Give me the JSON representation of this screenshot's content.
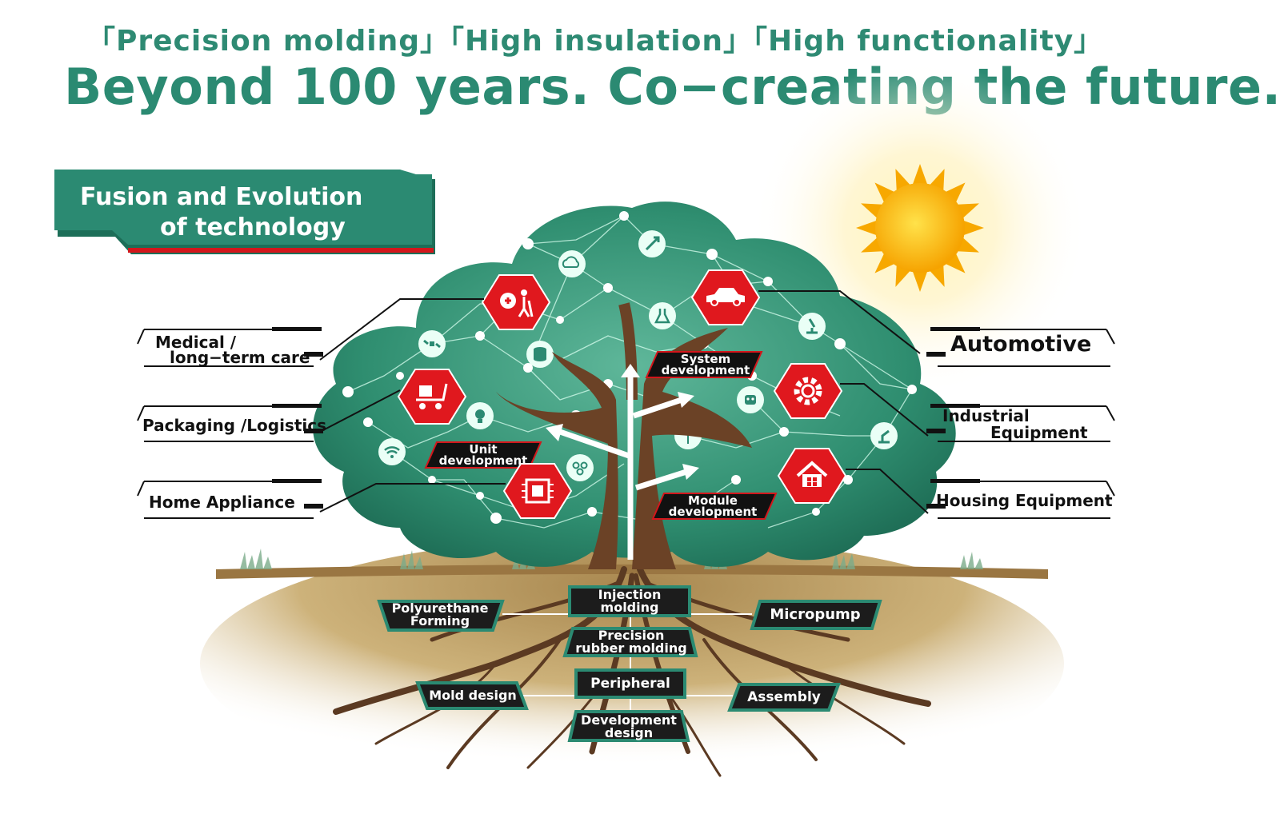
{
  "header": {
    "tagline": "「Precision molding」「High insulation」「High functionality」",
    "headline": "Beyond 100 years. Co−creating the future."
  },
  "banner": {
    "line1": "Fusion and Evolution",
    "line2": "of technology"
  },
  "markets": {
    "medical": {
      "line1": "Medical /",
      "line2": "long−term care"
    },
    "packaging": "Packaging /Logistics",
    "home": "Home Appliance",
    "automotive": "Automotive",
    "industrial": {
      "line1": "Industrial",
      "line2": "Equipment"
    },
    "housing": "Housing Equipment"
  },
  "development": {
    "system": {
      "line1": "System",
      "line2": "development"
    },
    "unit": {
      "line1": "Unit",
      "line2": "development"
    },
    "module": {
      "line1": "Module",
      "line2": "development"
    }
  },
  "roots": {
    "injection": {
      "line1": "Injection",
      "line2": "molding"
    },
    "polyurethane": {
      "line1": "Polyurethane",
      "line2": "Forming"
    },
    "micropump": "Micropump",
    "rubber": {
      "line1": "Precision",
      "line2": "rubber molding"
    },
    "peripheral": "Peripheral",
    "mold": "Mold design",
    "assembly": "Assembly",
    "devdesign": {
      "line1": "Development",
      "line2": "design"
    }
  },
  "icons": {
    "market_hexagons": [
      "medical-care-icon",
      "car-icon",
      "logistics-cart-icon",
      "gear-icon",
      "chip-icon",
      "house-icon"
    ],
    "network_nodes": [
      "rocket-icon",
      "cloud-icon",
      "flask-icon",
      "microscope-icon",
      "satellite-icon",
      "database-icon",
      "robot-icon",
      "bulb-icon",
      "wifi-icon",
      "wind-turbine-icon",
      "molecule-icon",
      "robot-arm-icon"
    ]
  },
  "colors": {
    "brand_green": "#2b8a72",
    "alert_red": "#e0181e",
    "canopy": "#3f9c80",
    "trunk": "#6b4226",
    "soil": "#b8965a",
    "sun": "#f7b500"
  }
}
